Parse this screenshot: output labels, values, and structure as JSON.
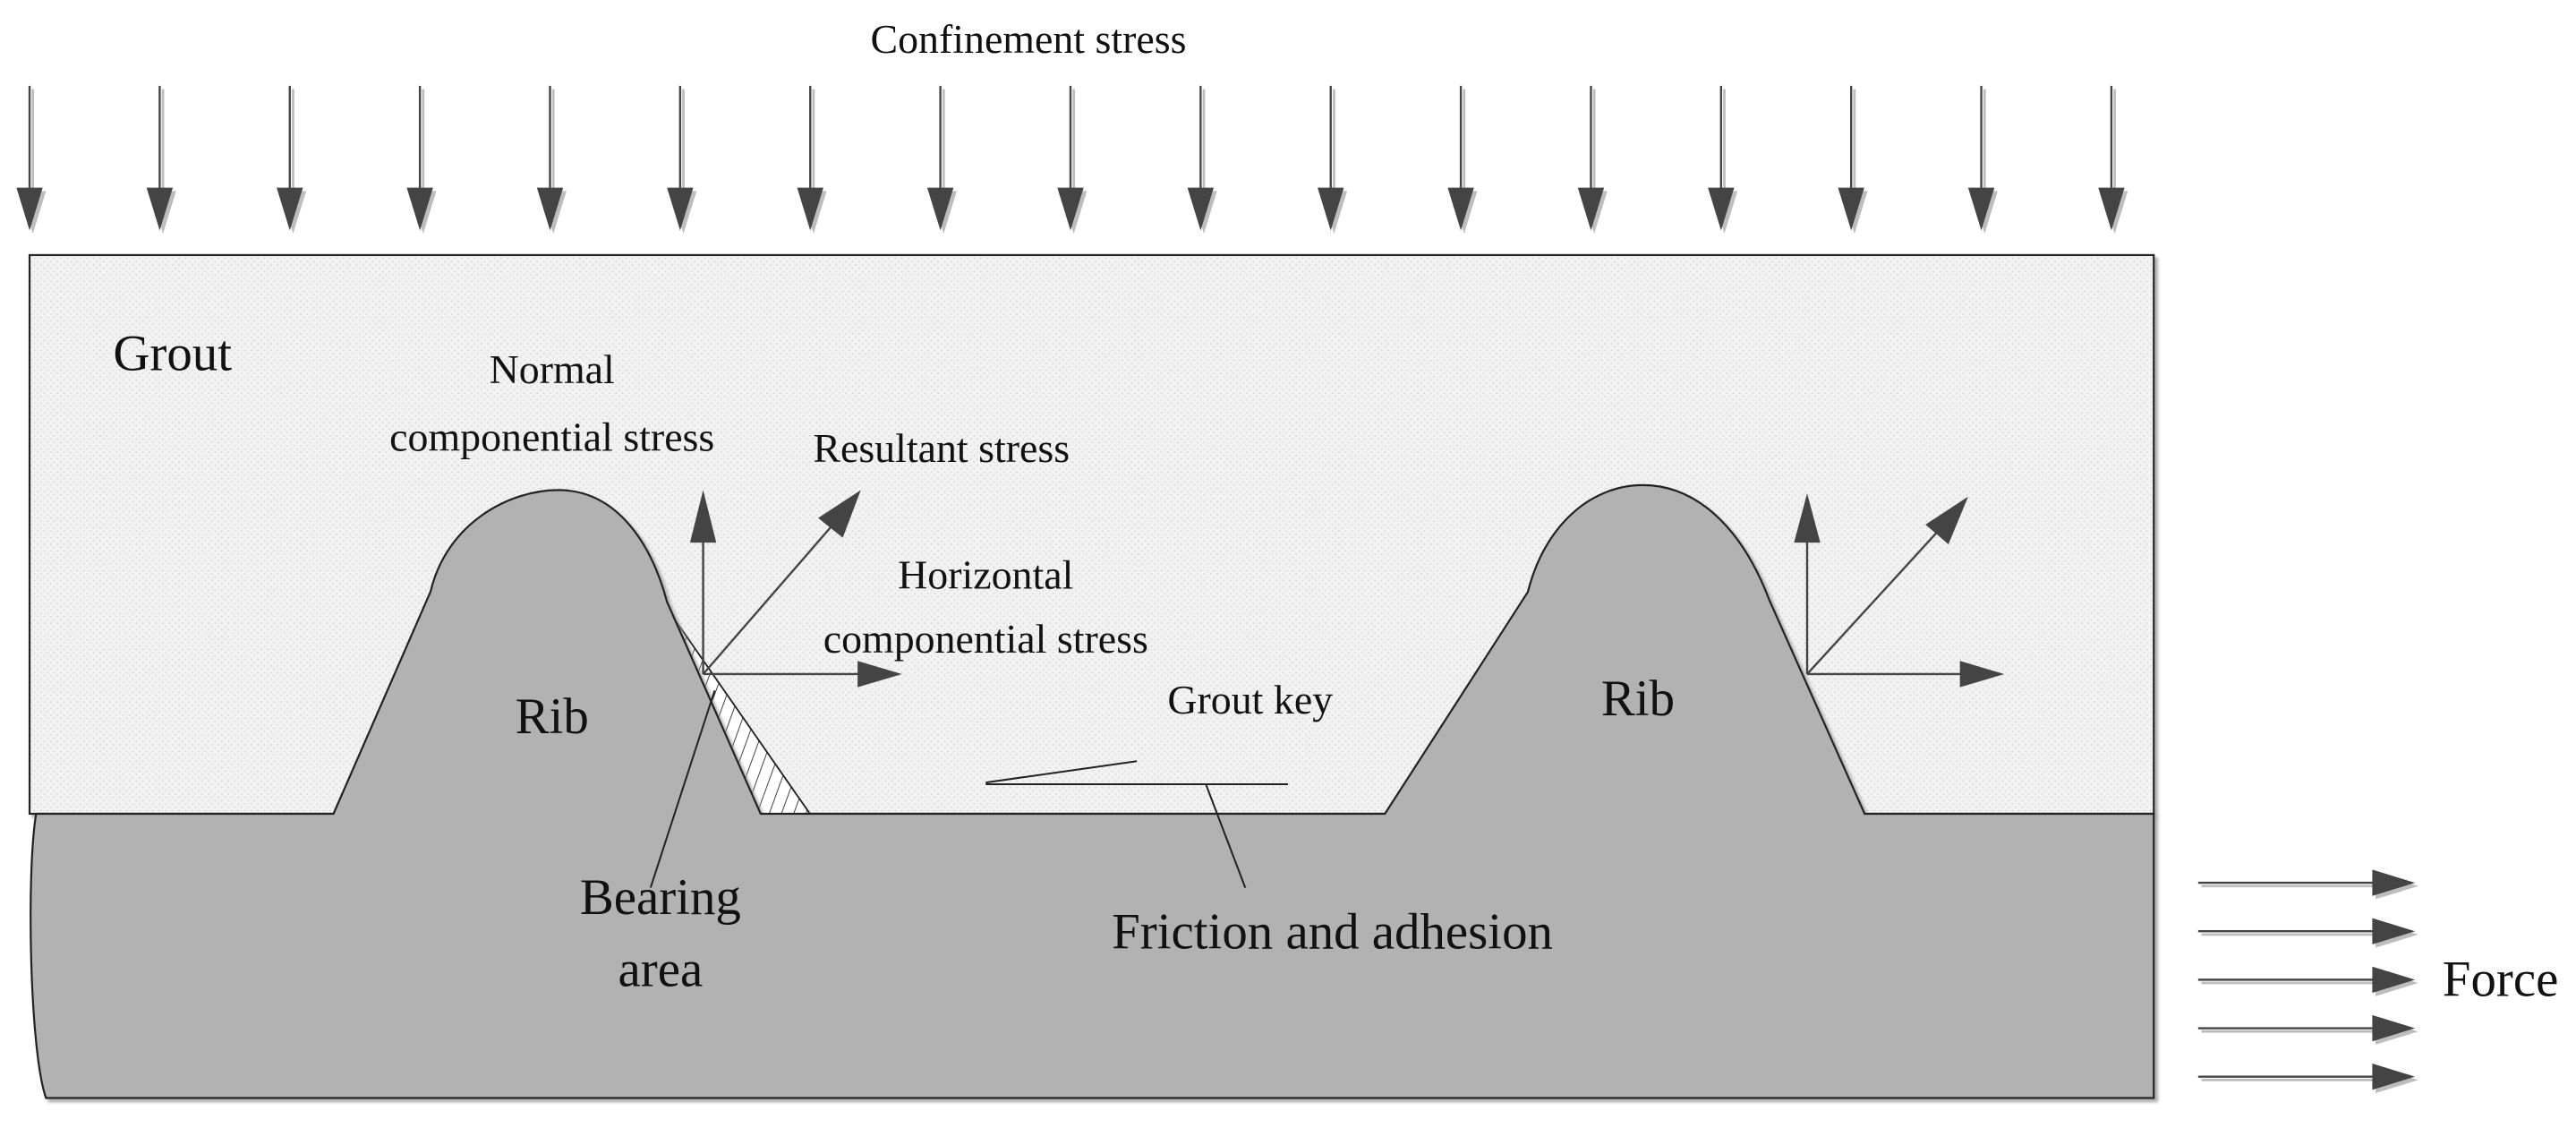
{
  "labels": {
    "confinement": "Confinement stress",
    "grout": "Grout",
    "normal_1": "Normal",
    "normal_2": "componential stress",
    "resultant": "Resultant stress",
    "horizontal_1": "Horizontal",
    "horizontal_2": "componential stress",
    "grout_key": "Grout key",
    "rib_left": "Rib",
    "rib_right": "Rib",
    "bearing_1": "Bearing",
    "bearing_2": "area",
    "friction": "Friction and adhesion",
    "force": "Force"
  },
  "colors": {
    "grout_fill": "#f2f2f2",
    "grout_dot": "#d9d9d9",
    "bar_fill": "#b2b2b2",
    "outline": "#222222",
    "arrow": "#444444",
    "shadow": "#bdbdbd"
  },
  "confinement_arrow_count": 17,
  "force_arrow_count": 5
}
